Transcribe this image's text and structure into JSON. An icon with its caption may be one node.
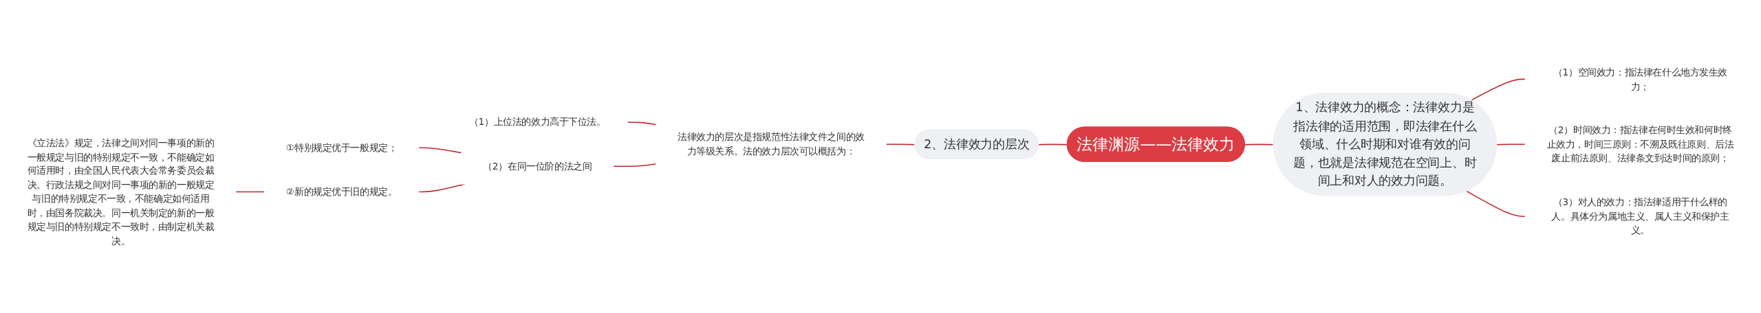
{
  "diagram": {
    "nodes": [
      {
        "text": [
          "法律渊源——法律效力"
        ]
      },
      {
        "text": [
          "1、法律效力的概念：法律效力是指法律的适用范围，即法律在什么领域、什么时期和对谁有效的问题，也就是法律规范在空间上、时间上和对人的效力问题。"
        ]
      },
      {
        "text": [
          "（1）空间效力：指法律在什么地方发生效力；"
        ]
      },
      {
        "text": [
          "（2）时间效力：指法律在何时生效和何时终止效力，时间三原则：不溯及既往原则、后法废止前法原则、法律条文到达时间的原则；"
        ]
      },
      {
        "text": [
          "（3）对人的效力：指法律适用于什么样的人。具体分为属地主义、属人主义和保护主义。"
        ]
      },
      {
        "text": [
          "2、法律效力的层次"
        ]
      },
      {
        "text": [
          "法律效力的层次是指规范性法律文件之间的效力等级关系。法的效力层次可以概括为："
        ]
      },
      {
        "text": [
          "（1）上位法的效力高于下位法。"
        ]
      },
      {
        "text": [
          "（2）在同一位阶的法之间"
        ]
      },
      {
        "text": [
          "①特别规定优于一般规定；"
        ]
      },
      {
        "text": [
          "②新的规定优于旧的规定。"
        ]
      },
      {
        "text": [
          "《立法法》规定，法律之间对同一事项的新的一般规定与旧的特别规定不一致，不能确定如何适用时，由全国人民代表大会常务委员会裁决。行政法规之间对同一事项的新的一般规定与旧的特别规定不一致，不能确定如何适用时，由国务院裁决。同一机关制定的新的一般规定与旧的特别规定不一致时，由制定机关裁决。"
        ]
      }
    ],
    "edges": [
      {
        "from": 0,
        "to": 1,
        "arrow": "none"
      },
      {
        "from": 1,
        "to": 2,
        "arrow": "none"
      },
      {
        "from": 1,
        "to": 3,
        "arrow": "none"
      },
      {
        "from": 1,
        "to": 4,
        "arrow": "none"
      },
      {
        "from": 0,
        "to": 5,
        "arrow": "none"
      },
      {
        "from": 5,
        "to": 6,
        "arrow": "none"
      },
      {
        "from": 6,
        "to": 7,
        "arrow": "none"
      },
      {
        "from": 6,
        "to": 8,
        "arrow": "none"
      },
      {
        "from": 8,
        "to": 9,
        "arrow": "none"
      },
      {
        "from": 8,
        "to": 10,
        "arrow": "none"
      },
      {
        "from": 10,
        "to": 11,
        "arrow": "none"
      }
    ]
  }
}
